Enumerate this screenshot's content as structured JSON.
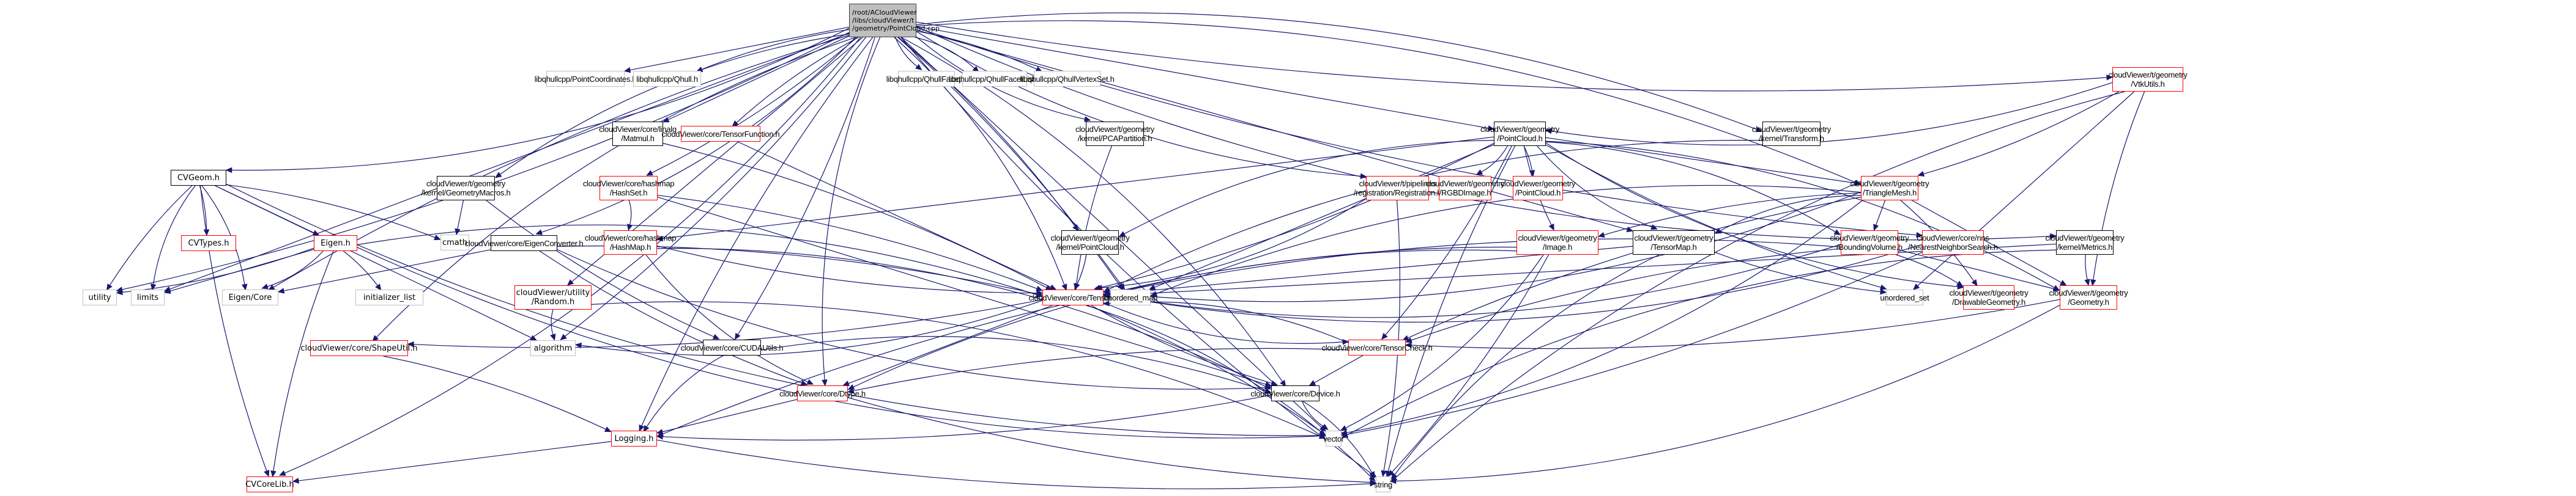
{
  "diagram": {
    "title": "Include dependency graph for PointCloud.cpp",
    "legend": {
      "edge_color": "#191970",
      "root_fill": "#bfbfbf",
      "documented_border": "#000000",
      "truncated_border": "#ff0000",
      "external_border": "#bfbfbf"
    },
    "nodes": [
      {
        "id": "root",
        "label": "/root/ACloudViewer\n/libs/cloudViewer/t\n/geometry/PointCloud.cpp",
        "kind": "root"
      },
      {
        "id": "cvgeom",
        "label": "CVGeom.h",
        "kind": "black"
      },
      {
        "id": "cvtypes",
        "label": "CVTypes.h",
        "kind": "red"
      },
      {
        "id": "eigenh",
        "label": "Eigen.h",
        "kind": "red"
      },
      {
        "id": "utility",
        "label": "utility",
        "kind": "gray"
      },
      {
        "id": "limits",
        "label": "limits",
        "kind": "gray"
      },
      {
        "id": "eigencore",
        "label": "Eigen/Core",
        "kind": "gray"
      },
      {
        "id": "initlist",
        "label": "initializer_list",
        "kind": "gray"
      },
      {
        "id": "cmath",
        "label": "cmath",
        "kind": "gray"
      },
      {
        "id": "shapeutil",
        "label": "cloudViewer/core/ShapeUtil.h",
        "kind": "red"
      },
      {
        "id": "algorithm",
        "label": "algorithm",
        "kind": "gray"
      },
      {
        "id": "random",
        "label": "cloudViewer/utility\n/Random.h",
        "kind": "red"
      },
      {
        "id": "cvcorelib",
        "label": "CVCoreLib.h",
        "kind": "red"
      },
      {
        "id": "logging",
        "label": "Logging.h",
        "kind": "red"
      },
      {
        "id": "pointcoords",
        "label": "libqhullcpp/PointCoordinates.h",
        "kind": "gray"
      },
      {
        "id": "qhull",
        "label": "libqhullcpp/Qhull.h",
        "kind": "gray"
      },
      {
        "id": "qhullfacet",
        "label": "libqhullcpp/QhullFacet.h",
        "kind": "gray"
      },
      {
        "id": "qhullfacetlist",
        "label": "libqhullcpp/QhullFacetList.h",
        "kind": "gray"
      },
      {
        "id": "qhullvertexset",
        "label": "libqhullcpp/QhullVertexSet.h",
        "kind": "gray"
      },
      {
        "id": "matmul",
        "label": "cloudViewer/core/linalg\n/Matmul.h",
        "kind": "black"
      },
      {
        "id": "tensorfunc",
        "label": "cloudViewer/core/TensorFunction.h",
        "kind": "red"
      },
      {
        "id": "pcapartition",
        "label": "cloudViewer/t/geometry\n/kernel/PCAPartition.h",
        "kind": "black"
      },
      {
        "id": "transform",
        "label": "cloudViewer/t/geometry\n/kernel/Transform.h",
        "kind": "black"
      },
      {
        "id": "pointcloudh",
        "label": "cloudViewer/t/geometry\n/PointCloud.h",
        "kind": "black"
      },
      {
        "id": "vtkutils",
        "label": "cloudViewer/t/geometry\n/VtkUtils.h",
        "kind": "red"
      },
      {
        "id": "geommacros",
        "label": "cloudViewer/t/geometry\n/kernel/GeometryMacros.h",
        "kind": "black"
      },
      {
        "id": "hashset",
        "label": "cloudViewer/core/hashmap\n/HashSet.h",
        "kind": "red"
      },
      {
        "id": "hashmap",
        "label": "cloudViewer/core/hashmap\n/HashMap.h",
        "kind": "red"
      },
      {
        "id": "eigenconv",
        "label": "cloudViewer/core/EigenConverter.h",
        "kind": "black"
      },
      {
        "id": "registration",
        "label": "cloudViewer/t/pipelines\n/registration/Registration.h",
        "kind": "red"
      },
      {
        "id": "rgbdimage",
        "label": "cloudViewer/t/geometry\n/RGBDImage.h",
        "kind": "red"
      },
      {
        "id": "geompointcloud",
        "label": "cloudViewer/geometry\n/PointCloud.h",
        "kind": "red"
      },
      {
        "id": "trianglemesh",
        "label": "cloudViewer/t/geometry\n/TriangleMesh.h",
        "kind": "red"
      },
      {
        "id": "kernelpointcloud",
        "label": "cloudViewer/t/geometry\n/kernel/PointCloud.h",
        "kind": "black"
      },
      {
        "id": "image",
        "label": "cloudViewer/t/geometry\n/Image.h",
        "kind": "red"
      },
      {
        "id": "tensormap",
        "label": "cloudViewer/t/geometry\n/TensorMap.h",
        "kind": "black"
      },
      {
        "id": "boundingvolume",
        "label": "cloudViewer/t/geometry\n/BoundingVolume.h",
        "kind": "red"
      },
      {
        "id": "nns",
        "label": "cloudViewer/core/nns\n/NearestNeighborSearch.h",
        "kind": "red"
      },
      {
        "id": "metrics",
        "label": "cloudViewer/t/geometry\n/kernel/Metrics.h",
        "kind": "black"
      },
      {
        "id": "tensor",
        "label": "cloudViewer/core/Tensor.h",
        "kind": "red"
      },
      {
        "id": "unorderedmap",
        "label": "unordered_map",
        "kind": "gray"
      },
      {
        "id": "unorderedset",
        "label": "unordered_set",
        "kind": "gray"
      },
      {
        "id": "drawable",
        "label": "cloudViewer/t/geometry\n/DrawableGeometry.h",
        "kind": "red"
      },
      {
        "id": "geometryh",
        "label": "cloudViewer/t/geometry\n/Geometry.h",
        "kind": "red"
      },
      {
        "id": "cudautils",
        "label": "cloudViewer/core/CUDAUtils.h",
        "kind": "black"
      },
      {
        "id": "tensorcheck",
        "label": "cloudViewer/core/TensorCheck.h",
        "kind": "red"
      },
      {
        "id": "dtype",
        "label": "cloudViewer/core/Dtype.h",
        "kind": "red"
      },
      {
        "id": "device",
        "label": "cloudViewer/core/Device.h",
        "kind": "black"
      },
      {
        "id": "vector",
        "label": "vector",
        "kind": "gray"
      },
      {
        "id": "string",
        "label": "string",
        "kind": "gray"
      }
    ],
    "edges": [
      [
        "root",
        "cvgeom"
      ],
      [
        "root",
        "utility"
      ],
      [
        "root",
        "limits"
      ],
      [
        "root",
        "eigencore"
      ],
      [
        "root",
        "shapeutil"
      ],
      [
        "root",
        "cvcorelib"
      ],
      [
        "root",
        "algorithm"
      ],
      [
        "root",
        "random"
      ],
      [
        "root",
        "logging"
      ],
      [
        "root",
        "geommacros"
      ],
      [
        "root",
        "eigenconv"
      ],
      [
        "root",
        "cudautils"
      ],
      [
        "root",
        "matmul"
      ],
      [
        "root",
        "tensorfunc"
      ],
      [
        "root",
        "pcapartition"
      ],
      [
        "root",
        "transform"
      ],
      [
        "root",
        "hashset"
      ],
      [
        "root",
        "pointcoords"
      ],
      [
        "root",
        "qhull"
      ],
      [
        "root",
        "qhullfacet"
      ],
      [
        "root",
        "qhullfacetlist"
      ],
      [
        "root",
        "qhullvertexset"
      ],
      [
        "root",
        "pointcloudh"
      ],
      [
        "root",
        "vtkutils"
      ],
      [
        "root",
        "registration"
      ],
      [
        "root",
        "trianglemesh"
      ],
      [
        "root",
        "kernelpointcloud"
      ],
      [
        "root",
        "tensormap"
      ],
      [
        "root",
        "nns"
      ],
      [
        "root",
        "metrics"
      ],
      [
        "root",
        "tensor"
      ],
      [
        "root",
        "unorderedmap"
      ],
      [
        "root",
        "vector"
      ],
      [
        "root",
        "string"
      ],
      [
        "root",
        "dtype"
      ],
      [
        "root",
        "device"
      ],
      [
        "cvgeom",
        "cvtypes"
      ],
      [
        "cvgeom",
        "eigenh"
      ],
      [
        "cvgeom",
        "utility"
      ],
      [
        "cvgeom",
        "limits"
      ],
      [
        "cvgeom",
        "eigencore"
      ],
      [
        "cvgeom",
        "cmath"
      ],
      [
        "cvgeom",
        "algorithm"
      ],
      [
        "cvgeom",
        "cvcorelib"
      ],
      [
        "cvgeom",
        "vector"
      ],
      [
        "eigenh",
        "eigencore"
      ],
      [
        "eigenh",
        "initlist"
      ],
      [
        "eigenh",
        "limits"
      ],
      [
        "eigenh",
        "cvcorelib"
      ],
      [
        "eigenh",
        "vector"
      ],
      [
        "eigenh",
        "tensor"
      ],
      [
        "eigenh",
        "utility"
      ],
      [
        "geommacros",
        "cmath"
      ],
      [
        "geommacros",
        "cudautils"
      ],
      [
        "random",
        "algorithm"
      ],
      [
        "random",
        "vector"
      ],
      [
        "shapeutil",
        "logging"
      ],
      [
        "logging",
        "cvcorelib"
      ],
      [
        "logging",
        "string"
      ],
      [
        "cudautils",
        "logging"
      ],
      [
        "cudautils",
        "device"
      ],
      [
        "matmul",
        "tensor"
      ],
      [
        "tensorfunc",
        "tensor"
      ],
      [
        "pcapartition",
        "tensor"
      ],
      [
        "transform",
        "tensor"
      ],
      [
        "hashset",
        "hashmap"
      ],
      [
        "hashset",
        "tensor"
      ],
      [
        "hashset",
        "device"
      ],
      [
        "hashmap",
        "tensor"
      ],
      [
        "hashmap",
        "dtype"
      ],
      [
        "hashmap",
        "device"
      ],
      [
        "eigenconv",
        "tensor"
      ],
      [
        "eigenconv",
        "eigencore"
      ],
      [
        "eigenconv",
        "dtype"
      ],
      [
        "eigenconv",
        "device"
      ],
      [
        "pointcloudh",
        "rgbdimage"
      ],
      [
        "pointcloudh",
        "geompointcloud"
      ],
      [
        "pointcloudh",
        "trianglemesh"
      ],
      [
        "pointcloudh",
        "image"
      ],
      [
        "pointcloudh",
        "tensormap"
      ],
      [
        "pointcloudh",
        "boundingvolume"
      ],
      [
        "pointcloudh",
        "tensor"
      ],
      [
        "pointcloudh",
        "unorderedmap"
      ],
      [
        "pointcloudh",
        "unorderedset"
      ],
      [
        "pointcloudh",
        "drawable"
      ],
      [
        "pointcloudh",
        "geometryh"
      ],
      [
        "pointcloudh",
        "tensorcheck"
      ],
      [
        "pointcloudh",
        "hashmap"
      ],
      [
        "pointcloudh",
        "string"
      ],
      [
        "pointcloudh",
        "kernelpointcloud"
      ],
      [
        "vtkutils",
        "pointcloudh"
      ],
      [
        "vtkutils",
        "trianglemesh"
      ],
      [
        "vtkutils",
        "unorderedset"
      ],
      [
        "vtkutils",
        "geometryh"
      ],
      [
        "vtkutils",
        "string"
      ],
      [
        "registration",
        "tensor"
      ],
      [
        "registration",
        "string"
      ],
      [
        "trianglemesh",
        "boundingvolume"
      ],
      [
        "trianglemesh",
        "image"
      ],
      [
        "trianglemesh",
        "tensormap"
      ],
      [
        "trianglemesh",
        "tensor"
      ],
      [
        "trianglemesh",
        "drawable"
      ],
      [
        "trianglemesh",
        "geometryh"
      ],
      [
        "trianglemesh",
        "tensorcheck"
      ],
      [
        "trianglemesh",
        "unorderedmap"
      ],
      [
        "trianglemesh",
        "vector"
      ],
      [
        "kernelpointcloud",
        "tensor"
      ],
      [
        "kernelpointcloud",
        "unorderedmap"
      ],
      [
        "image",
        "tensor"
      ],
      [
        "image",
        "dtype"
      ],
      [
        "image",
        "vector"
      ],
      [
        "image",
        "string"
      ],
      [
        "tensormap",
        "tensor"
      ],
      [
        "tensormap",
        "unorderedset"
      ],
      [
        "tensormap",
        "string"
      ],
      [
        "boundingvolume",
        "tensor"
      ],
      [
        "boundingvolume",
        "drawable"
      ],
      [
        "boundingvolume",
        "geometryh"
      ],
      [
        "boundingvolume",
        "tensorcheck"
      ],
      [
        "boundingvolume",
        "logging"
      ],
      [
        "nns",
        "tensor"
      ],
      [
        "nns",
        "vector"
      ],
      [
        "metrics",
        "tensor"
      ],
      [
        "metrics",
        "geometryh"
      ],
      [
        "metrics",
        "vector"
      ],
      [
        "tensor",
        "algorithm"
      ],
      [
        "tensor",
        "shapeutil"
      ],
      [
        "tensor",
        "dtype"
      ],
      [
        "tensor",
        "device"
      ],
      [
        "tensor",
        "tensorcheck"
      ],
      [
        "tensor",
        "string"
      ],
      [
        "tensor",
        "vector"
      ],
      [
        "tensorcheck",
        "device"
      ],
      [
        "tensorcheck",
        "dtype"
      ],
      [
        "tensorcheck",
        "tensor"
      ],
      [
        "geometryh",
        "string"
      ],
      [
        "geometryh",
        "tensorcheck"
      ],
      [
        "dtype",
        "logging"
      ],
      [
        "dtype",
        "string"
      ],
      [
        "device",
        "vector"
      ],
      [
        "device",
        "string"
      ],
      [
        "device",
        "logging"
      ]
    ]
  }
}
